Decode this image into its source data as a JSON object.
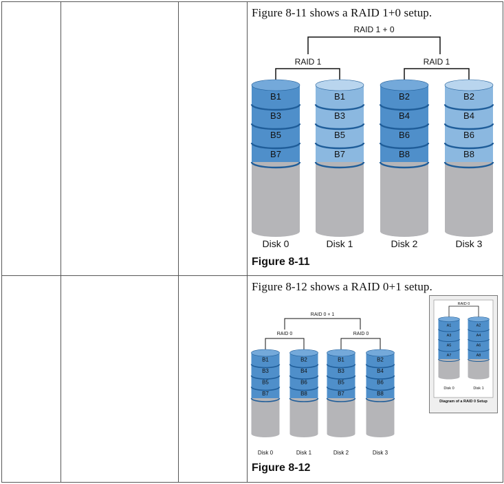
{
  "rows": [
    {
      "intro": "Figure 8-11 shows a RAID 1+0 setup.",
      "top_label": "RAID 1 + 0",
      "group_labels": [
        "RAID 1",
        "RAID 1"
      ],
      "disks": [
        {
          "name": "Disk 0",
          "blocks": [
            "B1",
            "B3",
            "B5",
            "B7"
          ],
          "shade": "dark"
        },
        {
          "name": "Disk 1",
          "blocks": [
            "B1",
            "B3",
            "B5",
            "B7"
          ],
          "shade": "light"
        },
        {
          "name": "Disk 2",
          "blocks": [
            "B2",
            "B4",
            "B6",
            "B8"
          ],
          "shade": "dark"
        },
        {
          "name": "Disk 3",
          "blocks": [
            "B2",
            "B4",
            "B6",
            "B8"
          ],
          "shade": "light"
        }
      ],
      "caption": "Figure 8-11"
    },
    {
      "intro": "Figure 8-12 shows a RAID 0+1 setup.",
      "top_label": "RAID 0 + 1",
      "group_labels": [
        "RAID 0",
        "RAID 0"
      ],
      "disks": [
        {
          "name": "Disk 0",
          "blocks": [
            "B1",
            "B3",
            "B5",
            "B7"
          ],
          "shade": "dark"
        },
        {
          "name": "Disk 1",
          "blocks": [
            "B2",
            "B4",
            "B6",
            "B8"
          ],
          "shade": "dark"
        },
        {
          "name": "Disk 2",
          "blocks": [
            "B1",
            "B3",
            "B5",
            "B7"
          ],
          "shade": "dark"
        },
        {
          "name": "Disk 3",
          "blocks": [
            "B2",
            "B4",
            "B6",
            "B8"
          ],
          "shade": "dark"
        }
      ],
      "caption": "Figure 8-12",
      "inset": {
        "top_label": "RAID 0",
        "disks": [
          {
            "name": "Disk 0",
            "blocks": [
              "A1",
              "A3",
              "A5",
              "A7"
            ]
          },
          {
            "name": "Disk 1",
            "blocks": [
              "A2",
              "A4",
              "A6",
              "A8"
            ]
          }
        ],
        "caption": "Diagram of a RAID 0 Setup"
      }
    }
  ],
  "colors": {
    "dark_fill": "#4f8fca",
    "light_fill": "#8bb8e0",
    "band": "#1f5d99",
    "cap_dark": "#74a9da",
    "cap_light": "#b9d5ee",
    "gray": "#b5b5b8",
    "gray_edge": "#9d9da0",
    "bracket": "#111111"
  }
}
